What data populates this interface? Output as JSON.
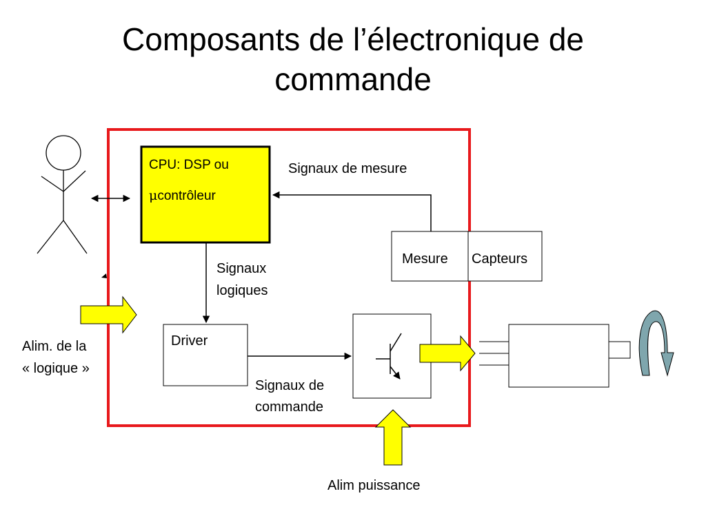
{
  "slide": {
    "title_line1": "Composants de l’électronique de",
    "title_line2": "commande"
  },
  "diagram": {
    "cpu_line1": "CPU: DSP ou",
    "cpu_mu": "μ",
    "cpu_line2": "contrôleur",
    "signaux_mesure": "Signaux de mesure",
    "mesure": "Mesure",
    "capteurs": "Capteurs",
    "signaux_logiques_1": "Signaux",
    "signaux_logiques_2": "logiques",
    "driver": "Driver",
    "signaux_commande_1": "Signaux de",
    "signaux_commande_2": "commande",
    "alim_logique_1": "Alim. de la",
    "alim_logique_2": "« logique »",
    "alim_puissance": "Alim puissance"
  },
  "colors": {
    "frame": "#e8191c",
    "cpu_fill": "#ffff00",
    "power_arrow": "#ffff00",
    "rotation_arrow": "#7fa6ad"
  }
}
